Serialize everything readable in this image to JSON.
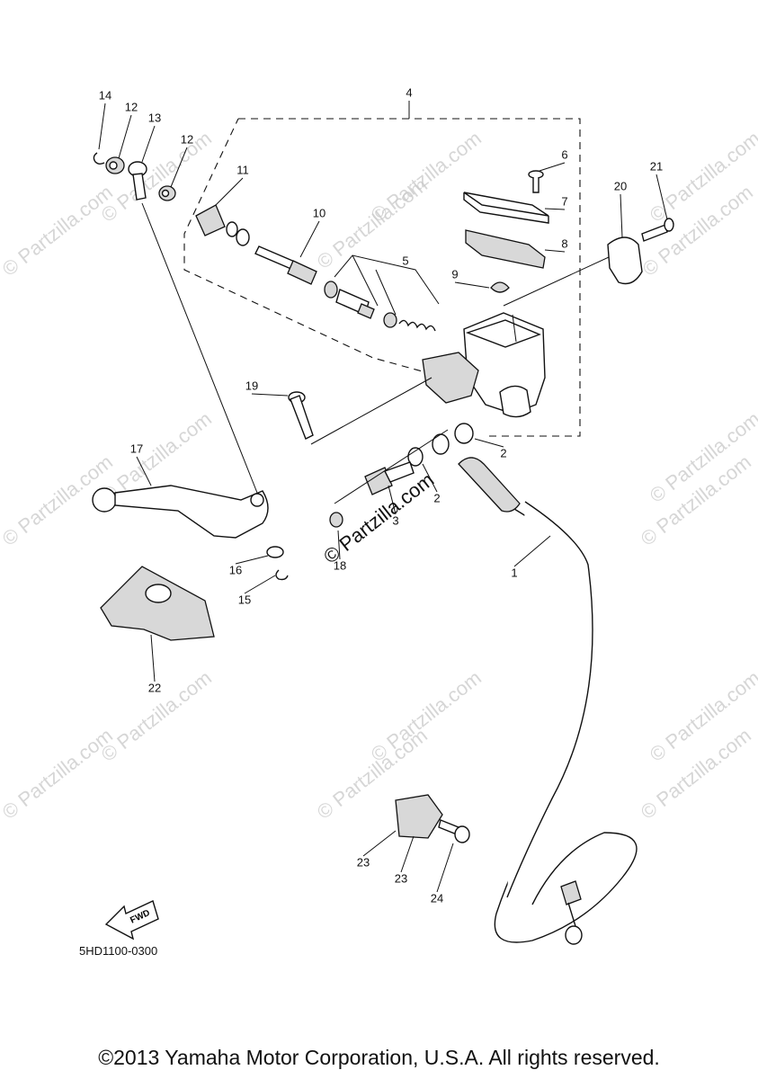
{
  "callouts": [
    "1",
    "2",
    "2",
    "3",
    "4",
    "5",
    "6",
    "7",
    "8",
    "9",
    "10",
    "11",
    "12",
    "12",
    "13",
    "14",
    "15",
    "16",
    "17",
    "18",
    "19",
    "20",
    "21",
    "22",
    "23",
    "23",
    "24"
  ],
  "fwd_label": "FWD",
  "diagram_code": "5HD1100-0300",
  "copyright": "©2013 Yamaha Motor Corporation, U.S.A. All rights reserved.",
  "watermark": "© Partzilla.com",
  "colors": {
    "line": "#111111",
    "watermark": "#c9c9c9",
    "part_shade": "#d8d8d8"
  }
}
